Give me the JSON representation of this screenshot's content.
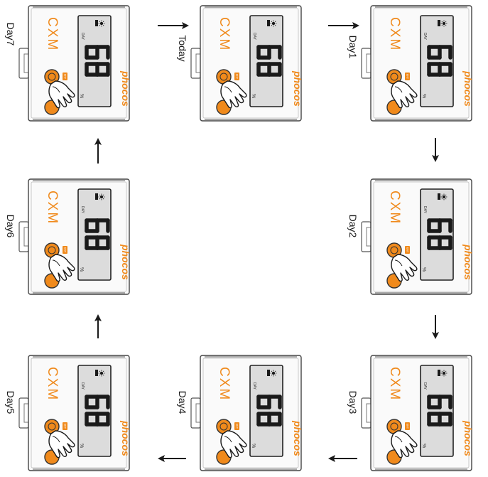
{
  "brand": {
    "model": "CXM",
    "logo": "phocos",
    "orange": "#f08a1c",
    "button_label": "ENT"
  },
  "display": {
    "reading": "68",
    "unit": "%",
    "day_label": "DAY"
  },
  "devices": [
    {
      "id": "day7",
      "label": "Day7"
    },
    {
      "id": "today",
      "label": "Today"
    },
    {
      "id": "day1",
      "label": "Day1"
    },
    {
      "id": "day6",
      "label": "Day6"
    },
    {
      "id": "day2",
      "label": "Day2"
    },
    {
      "id": "day5",
      "label": "Day5"
    },
    {
      "id": "day4",
      "label": "Day4"
    },
    {
      "id": "day3",
      "label": "Day3"
    }
  ],
  "flow": [
    "today",
    "day1",
    "day2",
    "day3",
    "day4",
    "day5",
    "day6",
    "day7",
    "today"
  ],
  "icons": {
    "battery": "battery-icon",
    "sun": "sun-icon",
    "hand": "pressing-hand-icon"
  }
}
